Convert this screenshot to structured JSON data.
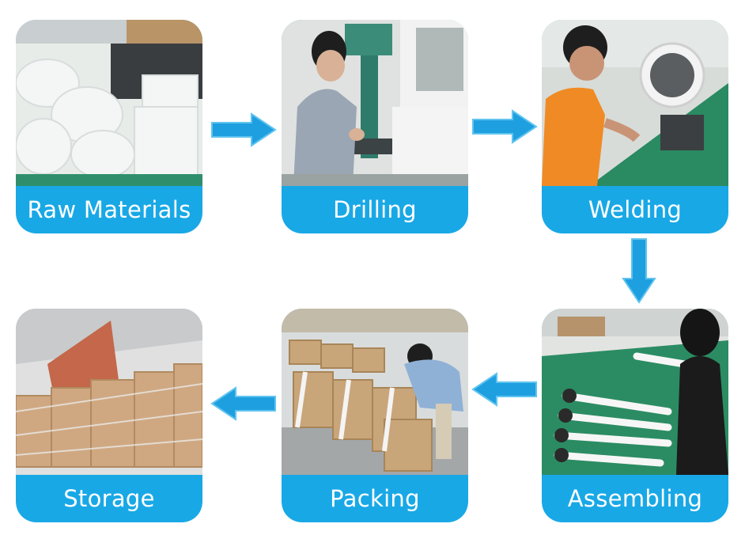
{
  "steps": [
    {
      "label": "Raw Materials",
      "icon": "raw-materials-photo"
    },
    {
      "label": "Drilling",
      "icon": "drilling-photo"
    },
    {
      "label": "Welding",
      "icon": "welding-photo"
    },
    {
      "label": "Assembling",
      "icon": "assembling-photo"
    },
    {
      "label": "Packing",
      "icon": "packing-photo"
    },
    {
      "label": "Storage",
      "icon": "storage-photo"
    }
  ],
  "colors": {
    "accent": "#19a8e6",
    "arrow": "#1e9fe0",
    "arrow_outline": "#5fc4f0"
  }
}
